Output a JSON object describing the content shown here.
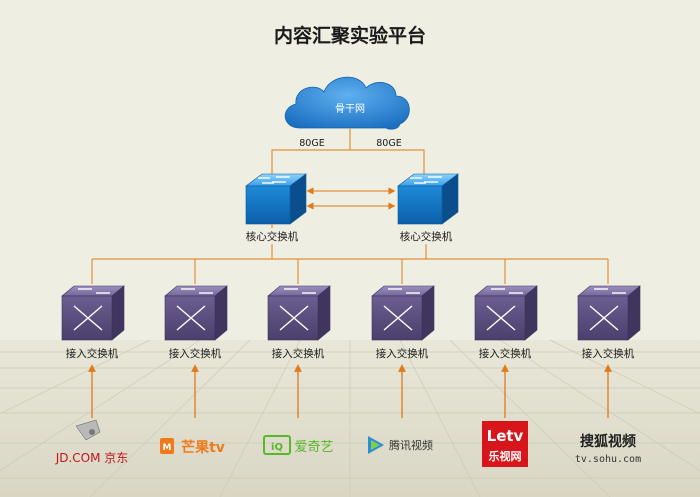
{
  "title": "内容汇聚实验平台",
  "backbone": {
    "label": "骨干网"
  },
  "links": {
    "left_speed": "80GE",
    "right_speed": "80GE"
  },
  "core_switches": [
    {
      "label": "核心交换机"
    },
    {
      "label": "核心交换机"
    }
  ],
  "access_switches": [
    {
      "label": "接入交换机"
    },
    {
      "label": "接入交换机"
    },
    {
      "label": "接入交换机"
    },
    {
      "label": "接入交换机"
    },
    {
      "label": "接入交换机"
    },
    {
      "label": "接入交换机"
    }
  ],
  "sources": [
    {
      "name": "JD.COM 京东",
      "color": "#c0171d"
    },
    {
      "name": "芒果tv",
      "color": "#f07a1a"
    },
    {
      "name": "爱奇艺",
      "color": "#56b82a"
    },
    {
      "name": "腾讯视频",
      "color": "#2b8ed6"
    },
    {
      "name": "乐视网",
      "brand_top": "Letv",
      "brand_bottom": "乐视网",
      "color": "#d9151c"
    },
    {
      "name": "搜狐视频",
      "sub": "tv.sohu.com",
      "color": "#d9151c"
    }
  ],
  "colors": {
    "line": "#e0913a",
    "arrow": "#e07a1a",
    "core_switch": "#1e88d6",
    "access_switch": "#6a5a8a",
    "cloud": "#1e7fd0"
  }
}
